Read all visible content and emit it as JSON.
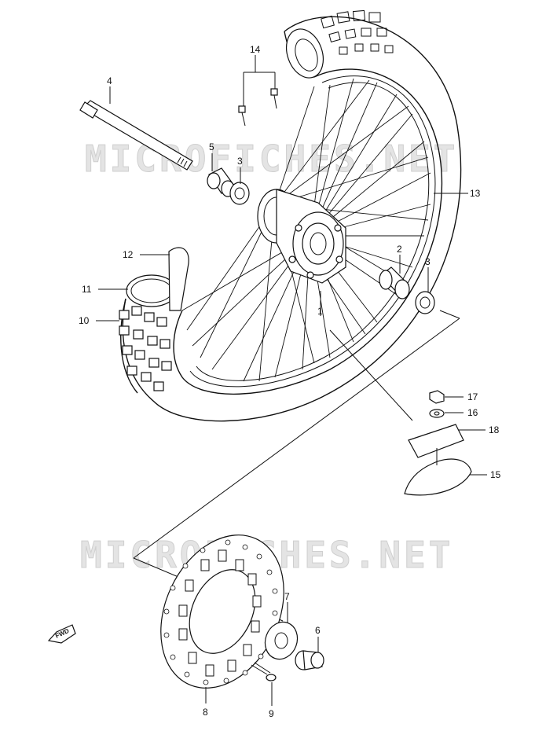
{
  "watermarks": [
    "MICROFICHES.NET",
    "MICROFICHES.NET"
  ],
  "direction_badge": "FWD",
  "callouts": [
    "1",
    "2",
    "3",
    "3",
    "4",
    "5",
    "6",
    "7",
    "8",
    "9",
    "10",
    "11",
    "12",
    "13",
    "14",
    "15",
    "16",
    "17",
    "18"
  ],
  "icons": {
    "direction_arrow": "fwd-arrow-icon"
  }
}
